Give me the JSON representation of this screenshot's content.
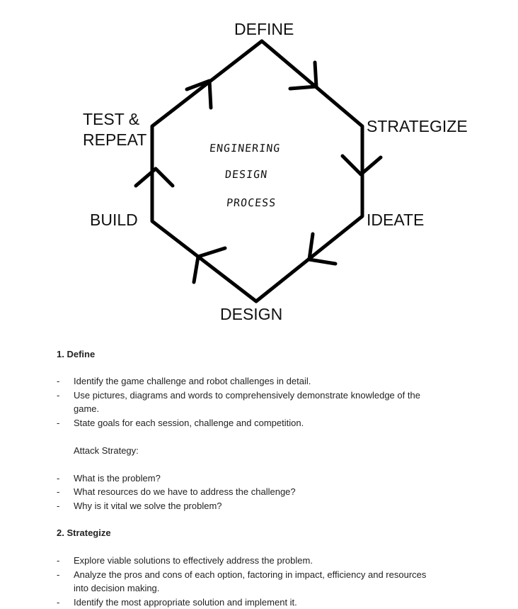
{
  "diagram": {
    "stages": {
      "define": "DEFINE",
      "strategize": "STRATEGIZE",
      "ideate": "IDEATE",
      "design": "DESIGN",
      "build": "BUILD",
      "test_line1": "TEST &",
      "test_line2": "REPEAT"
    },
    "center": [
      "ENGINERING",
      "DESIGN",
      "PROCESS"
    ]
  },
  "sections": [
    {
      "heading": "1.  Define",
      "bullets": [
        "Identify the game challenge and robot challenges in detail.",
        "Use pictures, diagrams and words to comprehensively demonstrate knowledge of the",
        "game.",
        "State goals for each session, challenge and competition."
      ],
      "subheading": "Attack Strategy:",
      "sub_bullets": [
        "What is the problem?",
        "What resources do we have to address the challenge?",
        "Why is it vital we solve the problem?"
      ]
    },
    {
      "heading": "2.  Strategize",
      "bullets": [
        "Explore viable solutions to effectively address the problem.",
        "Analyze the pros and cons of each option, factoring in impact, efficiency and resources",
        "into decision making.",
        "Identify the most appropriate solution and implement it."
      ]
    }
  ]
}
